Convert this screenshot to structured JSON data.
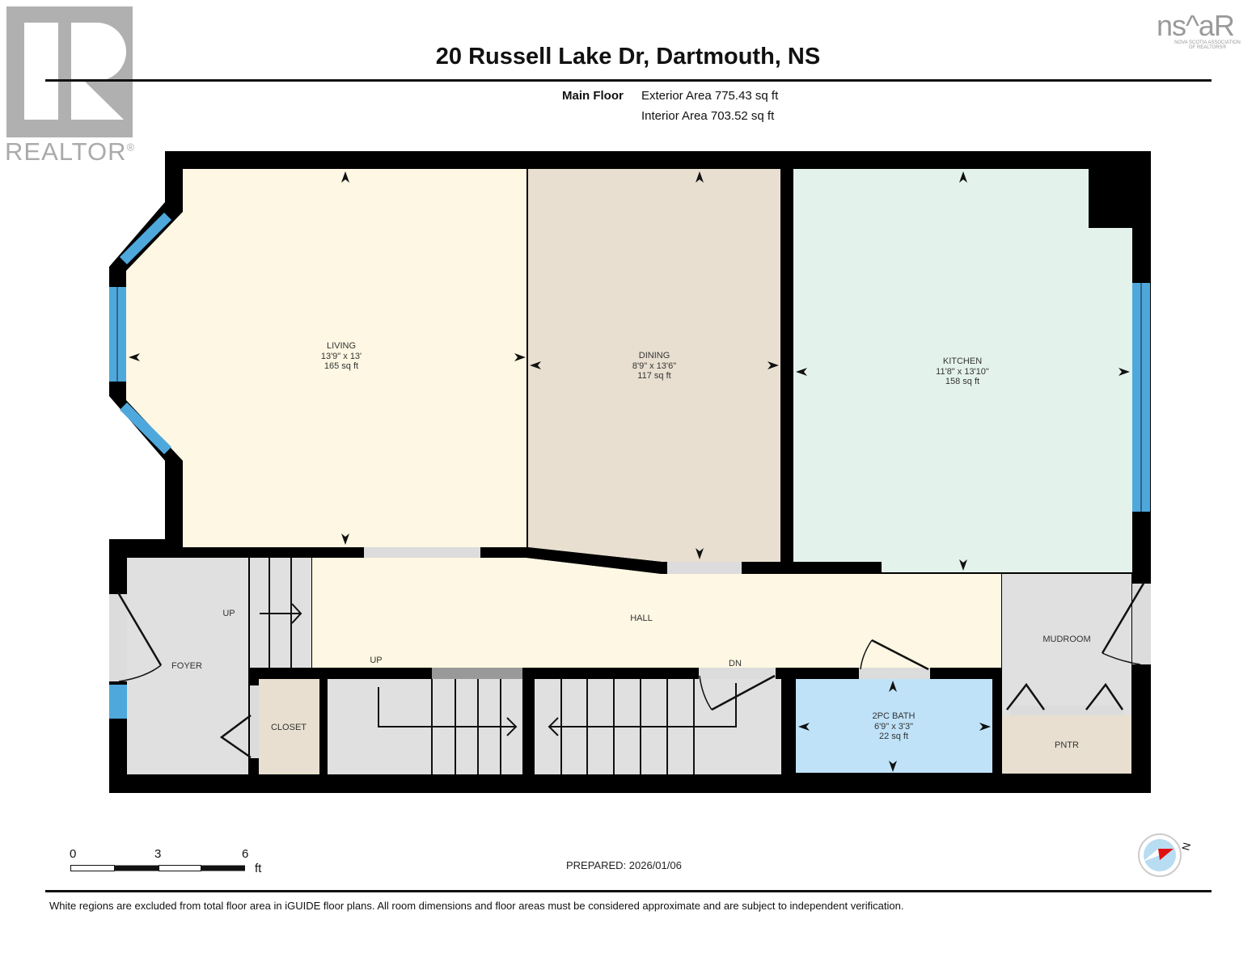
{
  "header": {
    "title": "20 Russell Lake Dr, Dartmouth, NS",
    "floor_label": "Main Floor",
    "exterior_area": "Exterior Area 775.43 sq ft",
    "interior_area": "Interior Area 703.52 sq ft"
  },
  "logos": {
    "realtor": "REALTOR",
    "realtor_mark": "®",
    "nsar": "ns^aR",
    "nsar_sub_1": "NOVA SCOTIA ASSOCIATION",
    "nsar_sub_2": "OF REALTORS®"
  },
  "rooms": {
    "living": {
      "name": "LIVING",
      "dims": "13'9\" x 13'",
      "area": "165 sq ft",
      "color": "#fdf7e3"
    },
    "dining": {
      "name": "DINING",
      "dims": "8'9\" x 13'6\"",
      "area": "117 sq ft",
      "color": "#e8dfd0"
    },
    "kitchen": {
      "name": "KITCHEN",
      "dims": "11'8\" x 13'10\"",
      "area": "158 sq ft",
      "color": "#e4f2ec"
    },
    "hall": {
      "name": "HALL",
      "color": "#fdf7e3"
    },
    "foyer": {
      "name": "FOYER",
      "color": "#e0e0e0"
    },
    "closet": {
      "name": "CLOSET",
      "color": "#e8dfd0"
    },
    "mudroom": {
      "name": "MUDROOM",
      "color": "#e0e0e0"
    },
    "bath": {
      "name": "2PC BATH",
      "dims": "6'9\" x 3'3\"",
      "area": "22 sq ft",
      "color": "#bfe2f8"
    },
    "pantry": {
      "name": "PNTR",
      "color": "#e8dfd0"
    }
  },
  "stairs": {
    "up_1": "UP",
    "up_2": "UP",
    "down": "DN"
  },
  "colors": {
    "wall": "#000000",
    "window": "#4fa8dc",
    "opening": "#dcdcdc",
    "compass_needle": "#e01010",
    "compass_face": "#b8dcf2"
  },
  "scale": {
    "labels": [
      "0",
      "3",
      "6"
    ],
    "unit": "ft"
  },
  "compass": {
    "label": "N"
  },
  "footer": {
    "prepared": "PREPARED: 2026/01/06",
    "disclaimer": "White regions are excluded from total floor area in iGUIDE floor plans. All room dimensions and floor areas must be considered approximate and are subject to independent verification."
  }
}
